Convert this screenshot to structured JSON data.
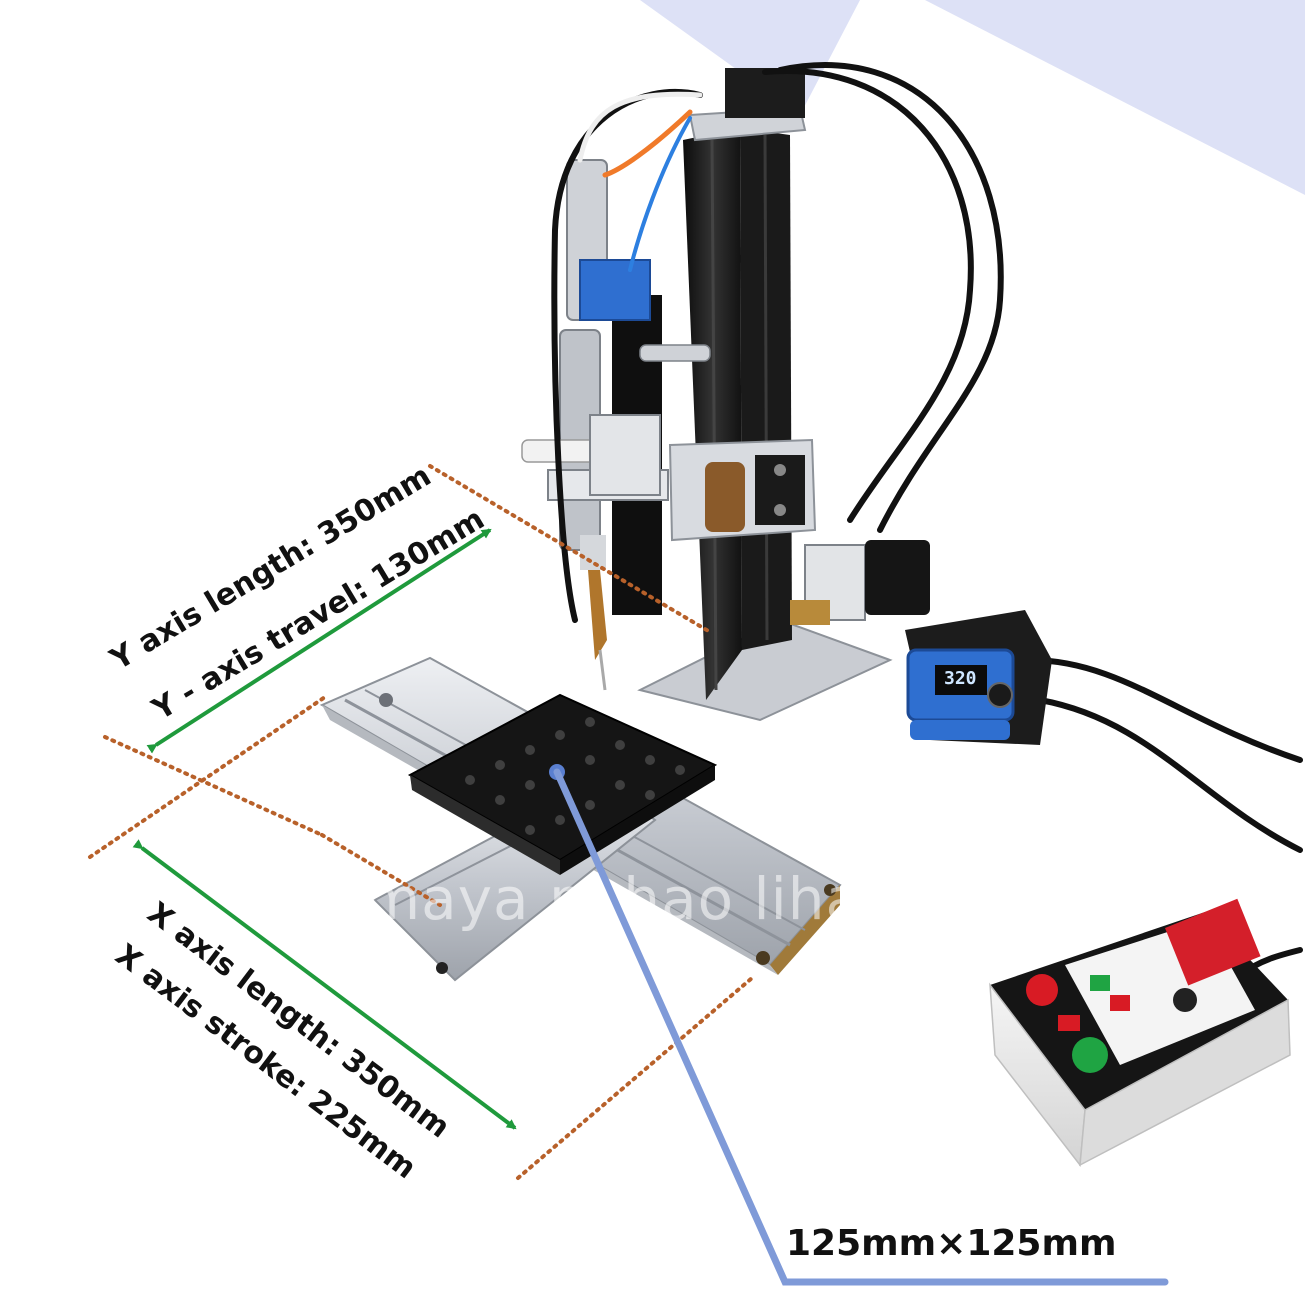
{
  "labels": {
    "y_length": "Y axis length: 350mm",
    "y_travel": "Y - axis travel: 130mm",
    "x_length": "X axis length: 350mm",
    "x_stroke": "X axis stroke: 225mm",
    "plate_size": "125mm×125mm",
    "watermark": "aimaya ni hao lihai",
    "temperature_display": "320"
  },
  "colors": {
    "background": "#ffffff",
    "corner_accent": "#dde1f6",
    "dimension_dots": "#b8612a",
    "arrow_green": "#1f9a3c",
    "callout_blue": "#7f9ad8",
    "frame_black": "#1b1b1b",
    "rail_aluminum": "#c9ccd2",
    "controller_blue": "#2f6fd0"
  }
}
